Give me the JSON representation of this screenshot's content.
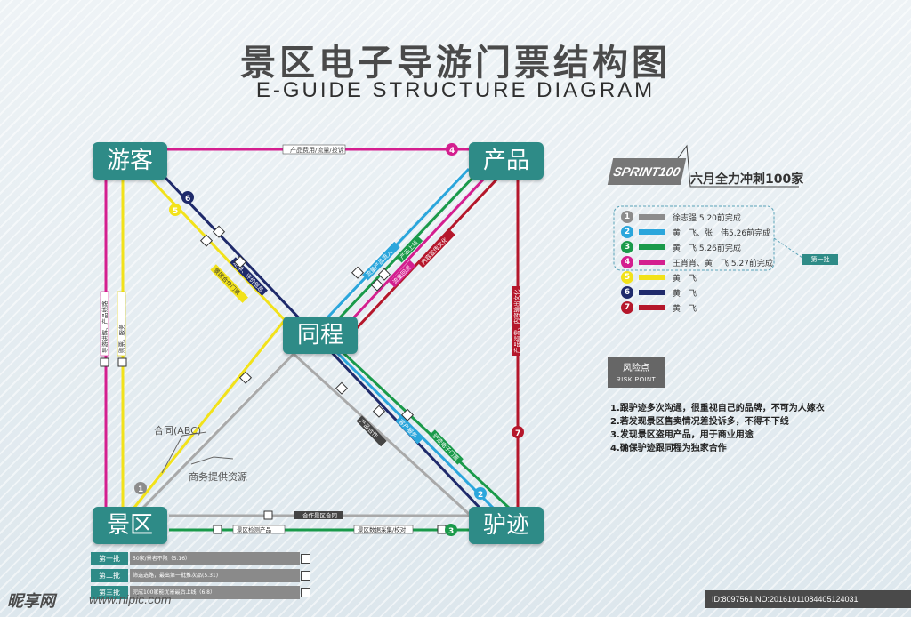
{
  "title": "景区电子导游门票结构图",
  "subtitle": "E-GUIDE STRUCTURE DIAGRAM",
  "nodes": {
    "tourist": "游客",
    "product": "产品",
    "tongcheng": "同程",
    "scenic": "景区",
    "lvji": "驴迹"
  },
  "edge_labels": {
    "tourist_product": "产品费用/流量/投诉",
    "tourist_tongcheng": "定单、评价信息",
    "product_tongcheng_blue": "流量产品流入",
    "product_tongcheng_green": "产品上线",
    "product_tongcheng_magenta": "流量回流",
    "product_tongcheng_red": "内容宣传文化",
    "product_lvji": "产品运营、内容输出文化",
    "tourist_scenic_magenta": "导游讲解、产品线路",
    "tourist_scenic_yellow": "购票、服务",
    "tongcheng_scenic_yellow": "景区合作门票",
    "tongcheng_lvji_navy": "产品合作",
    "tongcheng_lvji_blue": "客户服务",
    "tongcheng_lvji_green": "驴迹电子门票",
    "scenic_lvji_gray": "合作景区合同",
    "scenic_lvji_green1": "景区检测产品",
    "scenic_lvji_green2": "景区数据采集/校对",
    "contract": "合同(ABC)",
    "resource": "商务提供资源"
  },
  "sprint": {
    "tag": "SPRINT100",
    "text": "六月全力冲刺100家"
  },
  "legend": [
    {
      "num": "1",
      "color": "#8c8c8c",
      "text": "徐志强 5.20前完成"
    },
    {
      "num": "2",
      "color": "#2ba6dc",
      "text": "黄　飞、张　伟5.26前完成"
    },
    {
      "num": "3",
      "color": "#1a9a4a",
      "text": "黄　飞 5.26前完成"
    },
    {
      "num": "4",
      "color": "#d41f8f",
      "text": "王肖肖、黄　飞 5.27前完成"
    },
    {
      "num": "5",
      "color": "#f2e21a",
      "text": "黄　飞"
    },
    {
      "num": "6",
      "color": "#1f2a6b",
      "text": "黄　飞"
    },
    {
      "num": "7",
      "color": "#b5172b",
      "text": "黄　飞"
    }
  ],
  "legend_batch": "第一批",
  "risk": {
    "title": "风险点",
    "subtitle": "RISK POINT",
    "items": [
      "1.跟驴迹多次沟通，很重视自己的品牌，不可为人嫁衣",
      "2.若发现景区售卖情况差投诉多，不得不下线",
      "3.发现景区盗用产品，用于商业用途",
      "4.确保驴迹跟同程为独家合作"
    ]
  },
  "batches": [
    {
      "label": "第一批",
      "desc": "50家/景者不限（5.16）"
    },
    {
      "label": "第二批",
      "desc": "筛选选路，最出第一批推次品(5.31)"
    },
    {
      "label": "第三批",
      "desc": "完成100家能优景最后上线（6.8）"
    }
  ],
  "footer": {
    "logo": "昵享网",
    "url": "www.nipic.com",
    "id": "ID:8097561 NO:20161011084405124031"
  },
  "colors": {
    "node": "#2e8b87",
    "magenta": "#d41f8f",
    "yellow": "#f2e21a",
    "navy": "#1f2a6b",
    "blue": "#2ba6dc",
    "green": "#1a9a4a",
    "red": "#b5172b",
    "gray": "#a9a9a9"
  }
}
